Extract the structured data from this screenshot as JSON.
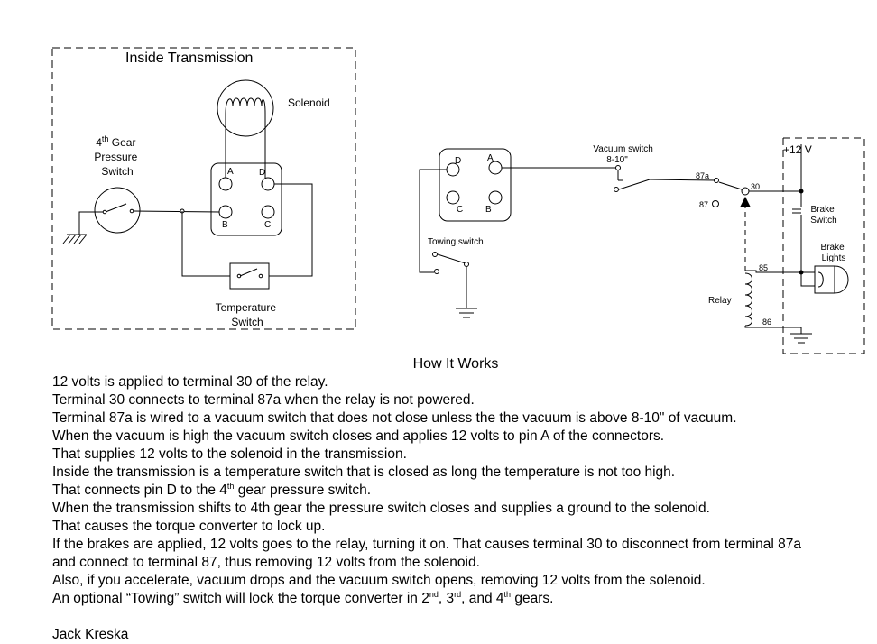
{
  "transmission": {
    "box_title": "Inside Transmission",
    "solenoid_label": "Solenoid",
    "pressure_switch_label": [
      "4",
      "th",
      " Gear",
      "Pressure",
      "Switch"
    ],
    "temperature_switch_label": [
      "Temperature",
      "Switch"
    ],
    "connector_pins": {
      "a": "A",
      "b": "B",
      "c": "C",
      "d": "D"
    }
  },
  "harness": {
    "connector_pins": {
      "a": "A",
      "b": "B",
      "c": "C",
      "d": "D"
    },
    "towing_switch_label": "Towing switch",
    "vacuum_switch_label": [
      "Vacuum switch",
      "8-10\""
    ],
    "relay_label": "Relay",
    "relay_terminals": {
      "t87a": "87a",
      "t87": "87",
      "t30": "30",
      "t85": "85",
      "t86": "86"
    },
    "supply_label": "+12 V",
    "brake_switch_label": [
      "Brake",
      "Switch"
    ],
    "brake_lights_label": [
      "Brake",
      "Lights"
    ]
  },
  "how_it_works": {
    "title": "How It Works",
    "lines": [
      "12 volts is applied to terminal 30 of the relay.",
      "Terminal 30 connects to terminal 87a when the relay is not powered.",
      "Terminal 87a is wired to a vacuum switch that does not close unless the the vacuum is above 8-10\" of vacuum.",
      "When the vacuum is high the vacuum switch closes and applies 12 volts to pin A of the connectors.",
      "That supplies 12 volts to the solenoid in the transmission.",
      "Inside the transmission is a temperature switch that is closed as long the temperature is not too high."
    ],
    "line7": {
      "text": "That connects pin D to the 4",
      "sup": "th",
      "rest": " gear pressure switch."
    },
    "lines_b": [
      "When the transmission shifts to 4th gear the pressure switch closes and supplies a ground to the solenoid.",
      "That causes the torque converter to lock up.",
      "If the brakes are applied, 12 volts goes to the relay, turning it on. That causes terminal 30 to disconnect from terminal 87a",
      "and connect to terminal 87, thus removing 12 volts from the solenoid.",
      "Also, if you accelerate, vacuum drops and the vacuum switch opens, removing 12 volts from the solenoid."
    ],
    "line13": {
      "a": "An optional “Towing” switch will lock the torque converter in 2",
      "s1": "nd",
      "b": ", 3",
      "s2": "rd",
      "c": ", and 4",
      "s3": "th",
      "d": " gears."
    }
  },
  "author": "Jack Kreska"
}
